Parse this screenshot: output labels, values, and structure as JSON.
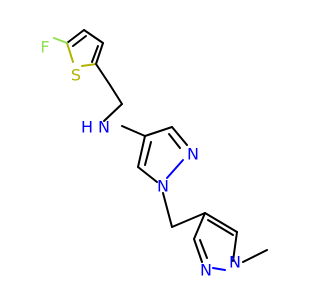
{
  "molecule": {
    "atoms": {
      "fluorine": {
        "symbol": "F",
        "color": "#90e050"
      },
      "sulfur": {
        "symbol": "S",
        "color": "#b2b200"
      },
      "amine": {
        "symbol": "H",
        "symbol2": "N",
        "color": "#0000ff"
      },
      "pyrazole_a_n2": {
        "symbol": "N",
        "color": "#0000ff"
      },
      "pyrazole_a_n1": {
        "symbol": "N",
        "color": "#0000ff"
      },
      "pyrazole_b_n1": {
        "symbol": "N",
        "color": "#0000ff"
      },
      "pyrazole_b_n2": {
        "symbol": "N",
        "color": "#0000ff"
      }
    },
    "colors": {
      "carbon_bond": "#000000",
      "background": "#ffffff"
    }
  }
}
